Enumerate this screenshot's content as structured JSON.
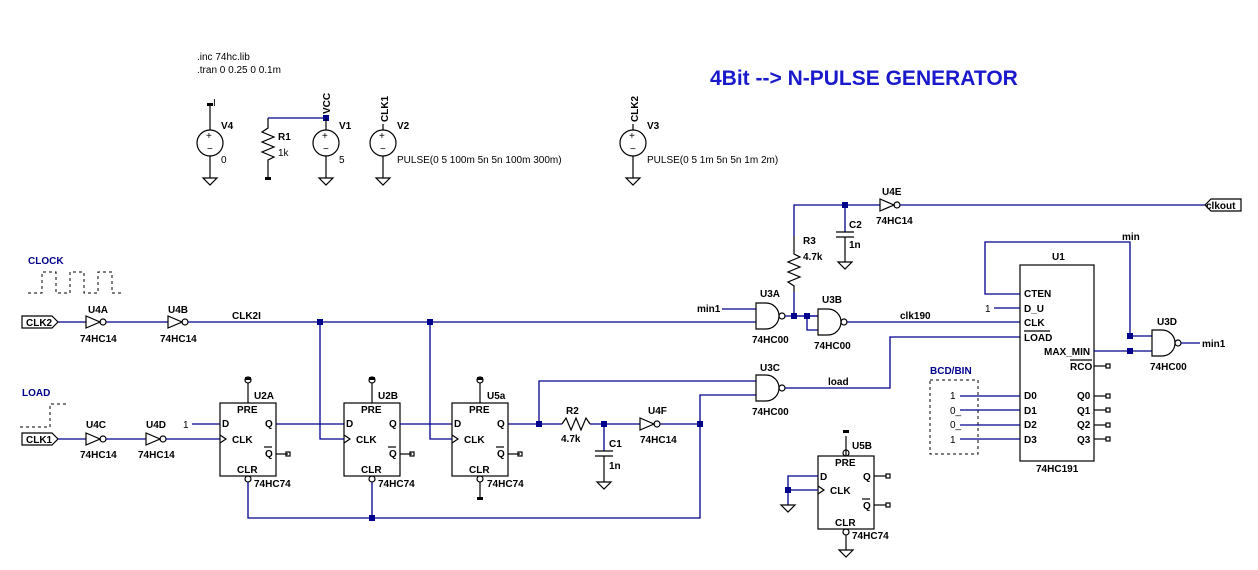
{
  "title": "4Bit --> N-PULSE GENERATOR",
  "directives": [
    ".inc 74hc.lib",
    ".tran 0 0.25 0 0.1m"
  ],
  "sources": {
    "v4": {
      "name": "V4",
      "value": "0",
      "node": "I"
    },
    "r1": {
      "name": "R1",
      "value": "1k"
    },
    "v1": {
      "name": "V1",
      "value": "5",
      "node": "VCC"
    },
    "v2": {
      "name": "V2",
      "value": "PULSE(0 5 100m 5n 5n 100m 300m)",
      "node": "CLK1"
    },
    "v3": {
      "name": "V3",
      "value": "PULSE(0 5 1m 5n 5n 1m 2m)",
      "node": "CLK2"
    }
  },
  "ports": {
    "clk2": "CLK2",
    "clk1": "CLK1",
    "clkout": "clkout"
  },
  "annotations": {
    "clock": "CLOCK",
    "load": "LOAD",
    "bcd": "BCD/BIN"
  },
  "nets": {
    "clk2i": "CLK2I",
    "clk190": "clk190",
    "load": "load",
    "min": "min",
    "min1_in": "min1",
    "min1_out": "min1"
  },
  "inverters": {
    "u4a": {
      "name": "U4A",
      "part": "74HC14"
    },
    "u4b": {
      "name": "U4B",
      "part": "74HC14"
    },
    "u4c": {
      "name": "U4C",
      "part": "74HC14"
    },
    "u4d": {
      "name": "U4D",
      "part": "74HC14"
    },
    "u4e": {
      "name": "U4E",
      "part": "74HC14"
    },
    "u4f": {
      "name": "U4F",
      "part": "74HC14"
    }
  },
  "nands": {
    "u3a": {
      "name": "U3A",
      "part": "74HC00"
    },
    "u3b": {
      "name": "U3B",
      "part": "74HC00"
    },
    "u3c": {
      "name": "U3C",
      "part": "74HC00"
    },
    "u3d": {
      "name": "U3D",
      "part": "74HC00"
    }
  },
  "passives": {
    "r2": {
      "name": "R2",
      "value": "4.7k"
    },
    "r3": {
      "name": "R3",
      "value": "4.7k"
    },
    "c1": {
      "name": "C1",
      "value": "1n"
    },
    "c2": {
      "name": "C2",
      "value": "1n"
    }
  },
  "flipflops": {
    "u2a": {
      "name": "U2A",
      "part": "74HC74"
    },
    "u2b": {
      "name": "U2B",
      "part": "74HC74"
    },
    "u5a": {
      "name": "U5a",
      "part": "74HC74"
    },
    "u5b": {
      "name": "U5B",
      "part": "74HC74"
    },
    "pins": {
      "pre": "PRE",
      "clr": "CLR",
      "d": "D",
      "clk": "CLK",
      "q": "Q",
      "qbar": "Q"
    }
  },
  "counter": {
    "name": "U1",
    "part": "74HC191",
    "left_pins": [
      "CTEN",
      "D_U",
      "CLK",
      "LOAD",
      "D0",
      "D1",
      "D2",
      "D3"
    ],
    "right_pins": [
      "MAX_MIN",
      "RCO",
      "Q0",
      "Q1",
      "Q2",
      "Q3"
    ],
    "du_value": "1",
    "data_values": [
      "1",
      "0_",
      "0_",
      "1"
    ]
  },
  "pin_values": {
    "u2a_d": "1"
  }
}
